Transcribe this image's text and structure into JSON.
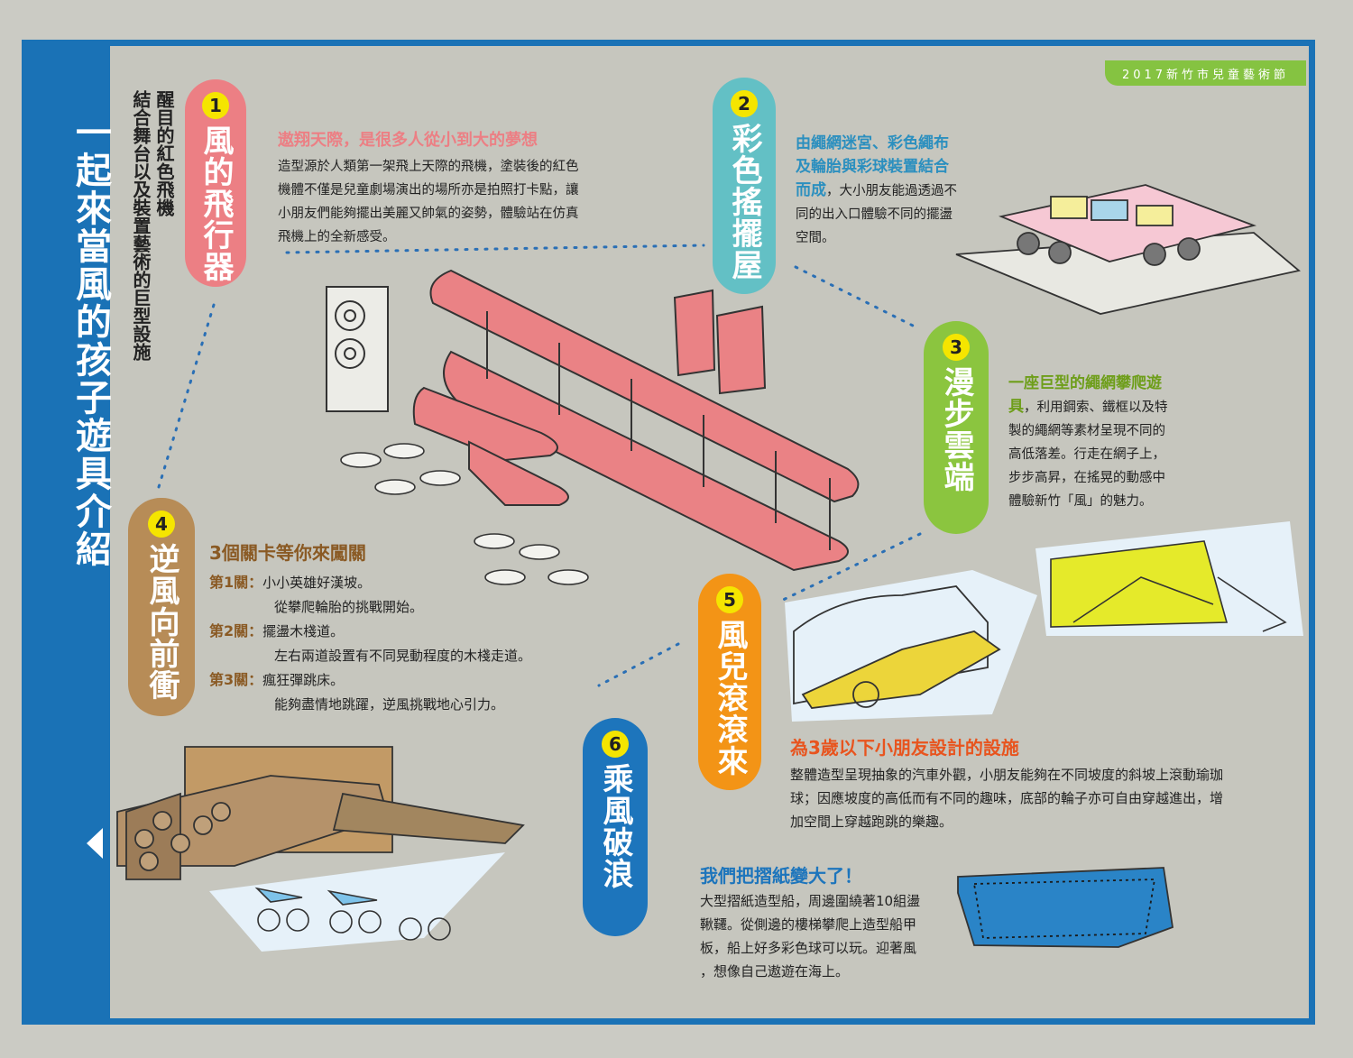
{
  "sidebar": {
    "title_col1": "遊具介紹",
    "title_col2": "一起來當風的孩子"
  },
  "festival_tag": "2017新竹市兒童藝術節",
  "subtitle": {
    "col1": "醒目的紅色飛機",
    "col2": "結合舞台以及裝置藝術的巨型設施"
  },
  "colors": {
    "sidebar": "#1a72b6",
    "pill1": "#ec7f84",
    "pill2": "#63c0c5",
    "pill3": "#8bc53f",
    "pill4": "#b78c57",
    "pill5": "#f39416",
    "pill6": "#1d75bc",
    "number_badge": "#f5e500"
  },
  "items": [
    {
      "number": "1",
      "title": "風的飛行器",
      "heading": "遨翔天際，是很多人從小到大的夢想",
      "body": [
        "造型源於人類第一架飛上天際的飛機，塗裝後的紅色",
        "機體不僅是兒童劇場演出的場所亦是拍照打卡點，讓",
        "小朋友們能夠擺出美麗又帥氣的姿勢，體驗站在仿真",
        "飛機上的全新感受。"
      ]
    },
    {
      "number": "2",
      "title": "彩色搖擺屋",
      "heading_lines": [
        "由繩網迷宮、彩色繩布",
        "及輪胎與彩球裝置結合"
      ],
      "heading_tail": "而成",
      "body": [
        "，大小朋友能過透過不",
        "同的出入口體驗不同的擺盪",
        "空間。"
      ]
    },
    {
      "number": "3",
      "title": "漫步雲端",
      "heading_lines": [
        "一座巨型的繩網攀爬遊"
      ],
      "heading_tail": "具",
      "body": [
        "，利用鋼索、鐵框以及特",
        "製的繩網等素材呈現不同的",
        "高低落差。行走在網子上，",
        "步步高昇，在搖晃的動感中",
        "體驗新竹「風」的魅力。"
      ]
    },
    {
      "number": "4",
      "title": "逆風向前衝",
      "heading": "3個關卡等你來闖關",
      "stages": [
        {
          "label": "第1關：",
          "lines": [
            "小小英雄好漢坡。",
            "從攀爬輪胎的挑戰開始。"
          ]
        },
        {
          "label": "第2關：",
          "lines": [
            "擺盪木棧道。",
            "左右兩道設置有不同晃動程度的木棧走道。"
          ]
        },
        {
          "label": "第3關：",
          "lines": [
            "瘋狂彈跳床。",
            "能夠盡情地跳躍，逆風挑戰地心引力。"
          ]
        }
      ]
    },
    {
      "number": "5",
      "title": "風兒滾滾來",
      "heading": "為3歲以下小朋友設計的設施",
      "body": [
        "整體造型呈現抽象的汽車外觀，小朋友能夠在不同坡度的斜坡上滾動瑜珈",
        "球；因應坡度的高低而有不同的趣味，底部的輪子亦可自由穿越進出，增",
        "加空間上穿越跑跳的樂趣。"
      ]
    },
    {
      "number": "6",
      "title": "乘風破浪",
      "heading": "我們把摺紙變大了！",
      "body": [
        "大型摺紙造型船，周邊圍繞著10組盪",
        "鞦韆。從側邊的樓梯攀爬上造型船甲",
        "板，船上好多彩色球可以玩。迎著風",
        "，想像自己遨遊在海上。"
      ]
    }
  ]
}
